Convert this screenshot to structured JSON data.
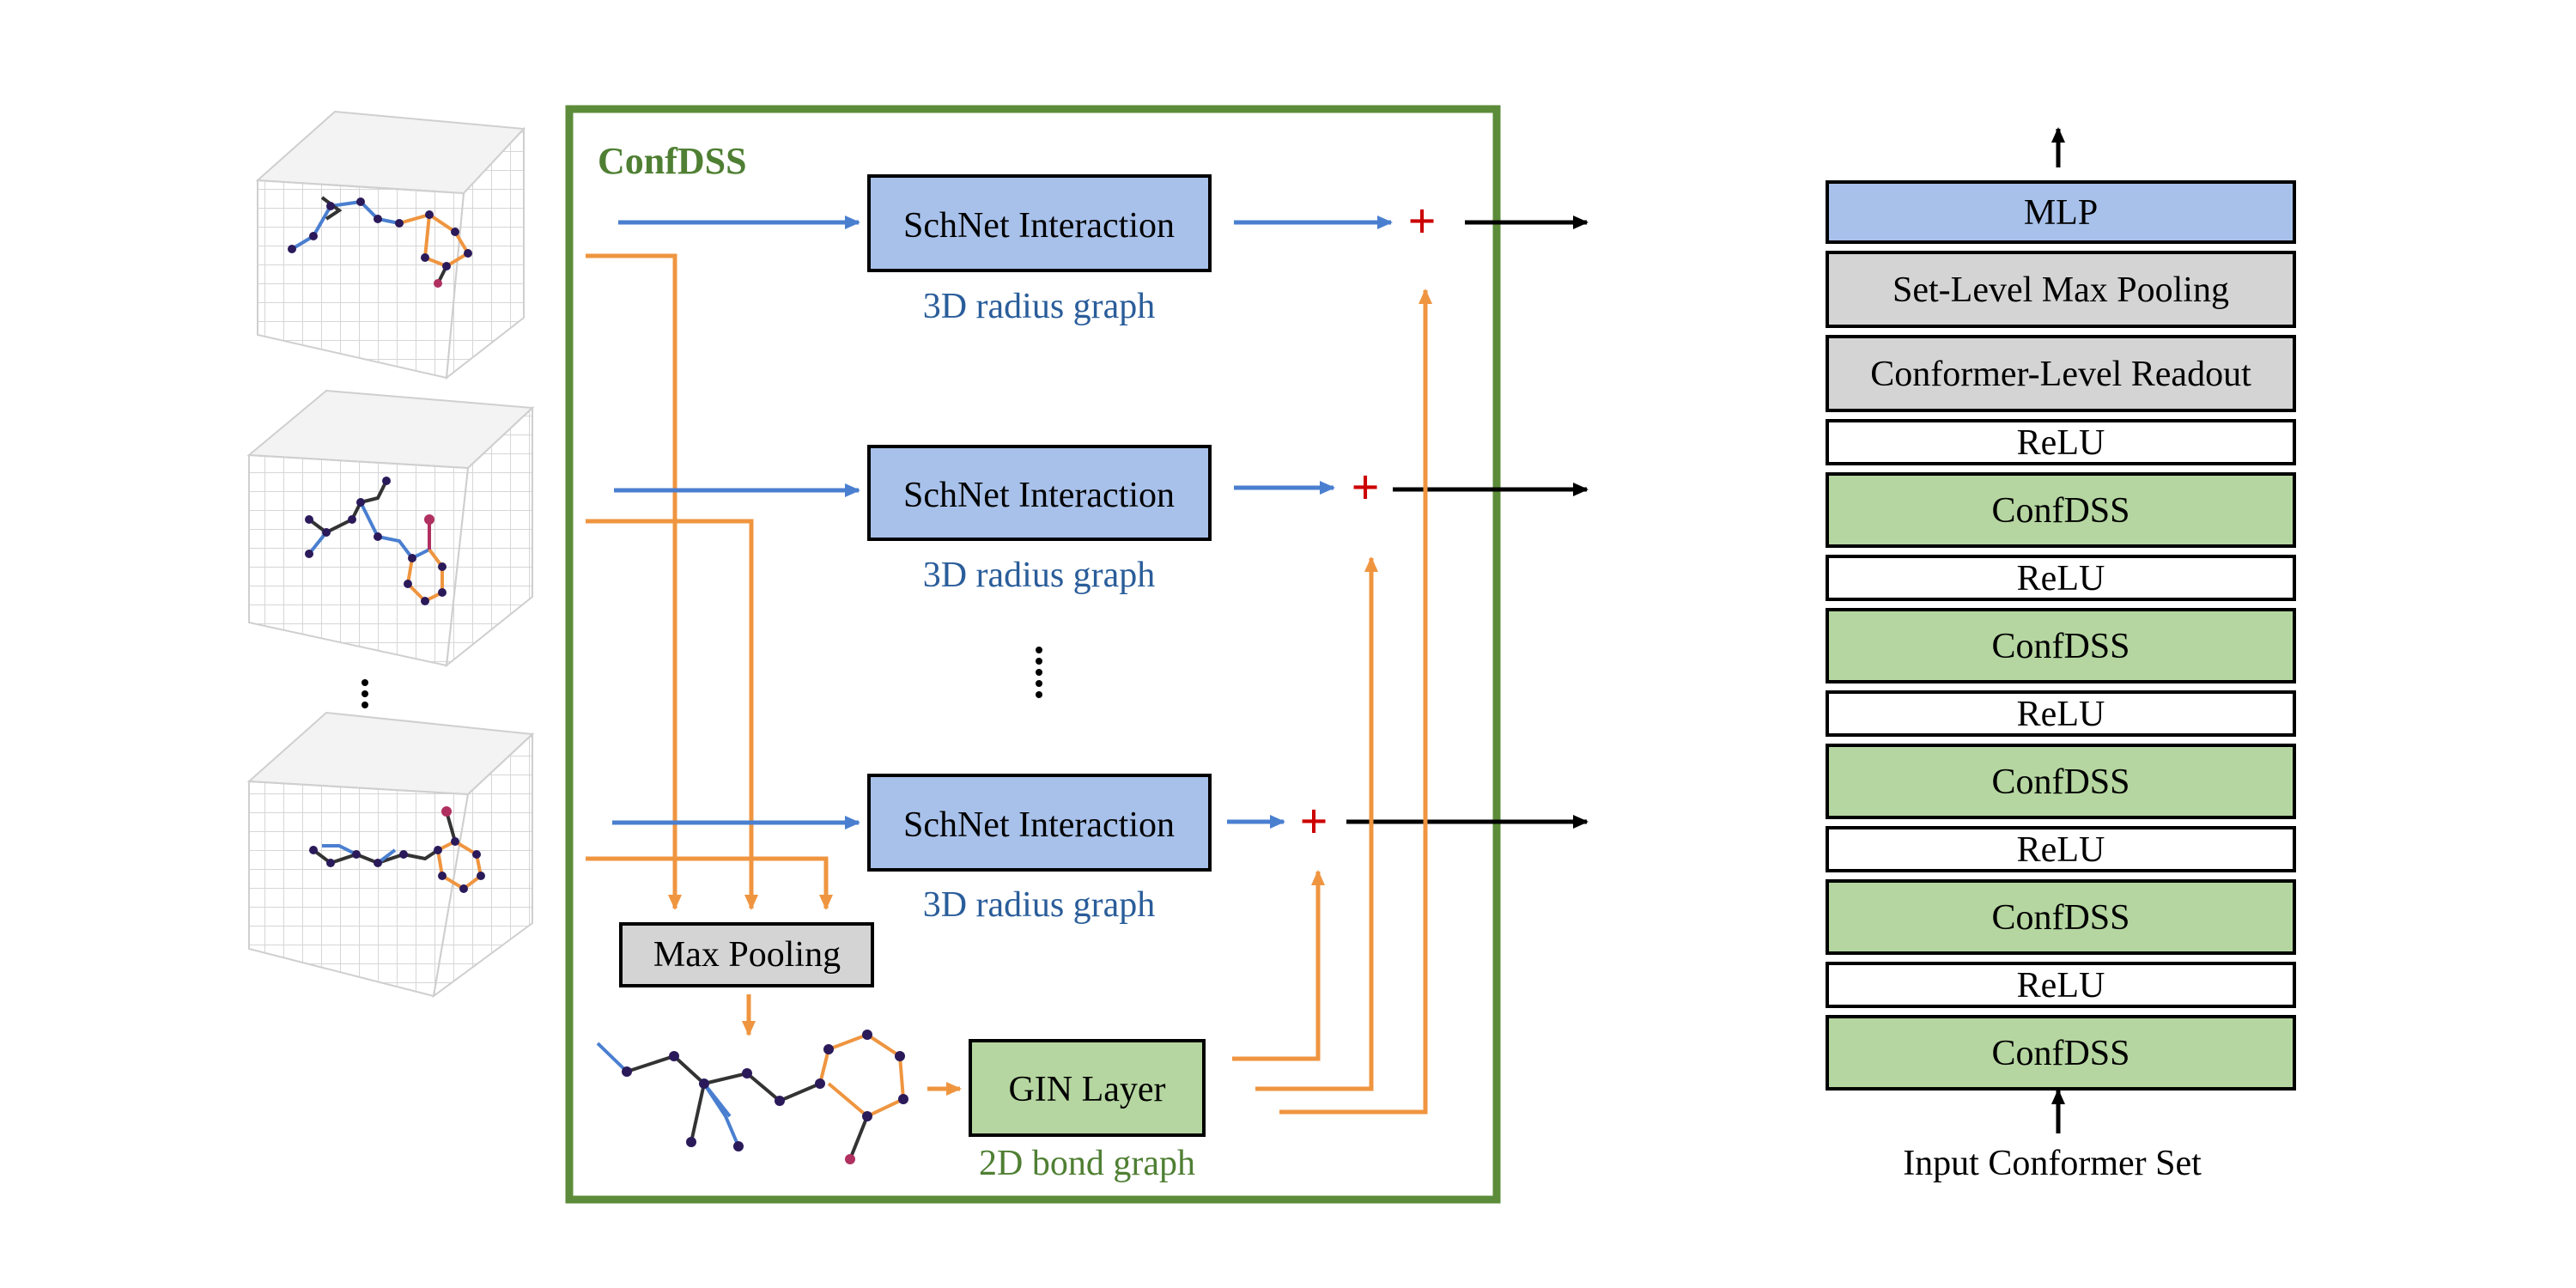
{
  "confdss_panel": {
    "title": "ConfDSS",
    "interaction_blocks": [
      {
        "label": "SchNet Interaction",
        "caption": "3D radius graph"
      },
      {
        "label": "SchNet Interaction",
        "caption": "3D radius graph"
      },
      {
        "label": "SchNet Interaction",
        "caption": "3D radius graph"
      }
    ],
    "max_pooling": "Max Pooling",
    "gin_layer": {
      "label": "GIN Layer",
      "caption": "2D bond graph"
    },
    "plus_symbol": "+"
  },
  "architecture_stack": {
    "layers": [
      {
        "label": "MLP",
        "kind": "mlp"
      },
      {
        "label": "Set-Level Max Pooling",
        "kind": "gray"
      },
      {
        "label": "Conformer-Level Readout",
        "kind": "gray"
      },
      {
        "label": "ReLU",
        "kind": "relu"
      },
      {
        "label": "ConfDSS",
        "kind": "confdss"
      },
      {
        "label": "ReLU",
        "kind": "relu"
      },
      {
        "label": "ConfDSS",
        "kind": "confdss"
      },
      {
        "label": "ReLU",
        "kind": "relu"
      },
      {
        "label": "ConfDSS",
        "kind": "confdss"
      },
      {
        "label": "ReLU",
        "kind": "relu"
      },
      {
        "label": "ConfDSS",
        "kind": "confdss"
      },
      {
        "label": "ReLU",
        "kind": "relu"
      },
      {
        "label": "ConfDSS",
        "kind": "confdss"
      }
    ],
    "input_label": "Input Conformer Set"
  },
  "colors": {
    "schnet_fill": "#a8c1ea",
    "gin_fill": "#b5d6a0",
    "gray_fill": "#d4d4d4",
    "panel_border": "#5c8c3a",
    "blue_arrow": "#4a7fd0",
    "orange_arrow": "#ef9540",
    "plus": "#cc0000"
  }
}
